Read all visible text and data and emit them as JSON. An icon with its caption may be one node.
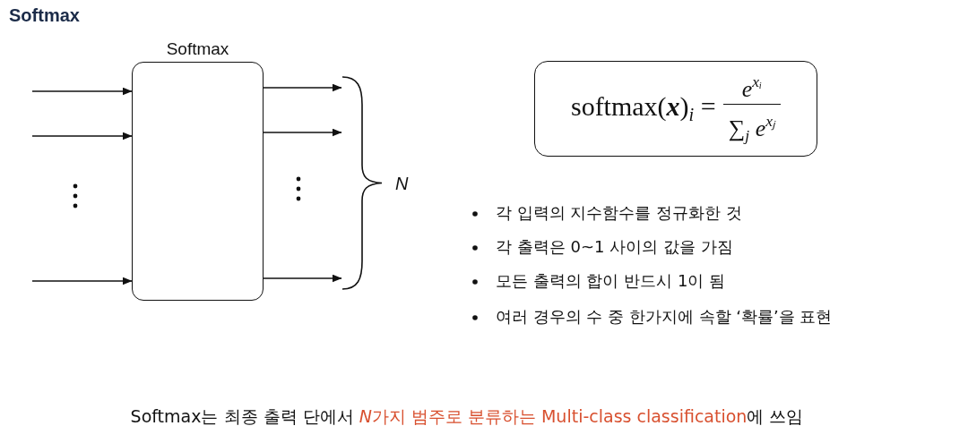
{
  "diagram": {
    "title": "Softmax",
    "nodes": [
      {
        "text": [
          "Softmax"
        ]
      },
      {
        "text": [
          "softmax(**x**)$_{i}$ =",
          "e$^{xᵢ}$",
          "∑$_{j}$ e$^{xⱼ}$"
        ]
      },
      {
        "text": [],
        "shape": "brace",
        "beside": [
          "N"
        ]
      }
    ],
    "edges": [
      {
        "from": null,
        "to": 0,
        "arrow": "to"
      },
      {
        "from": null,
        "to": 0,
        "arrow": "to"
      },
      {
        "from": null,
        "to": 0,
        "arrow": "to"
      },
      {
        "from": 0,
        "to": 2,
        "arrow": "to"
      },
      {
        "from": 0,
        "to": 2,
        "arrow": "to"
      },
      {
        "from": 0,
        "to": 2,
        "arrow": "to"
      }
    ],
    "labels": [
      "각 입력의 지수함수를 정규화한 것",
      "각 출력은 0~1 사이의 값을 가짐",
      "모든 출력의 합이 반드시 1이 됨",
      "여러 경우의 수 중 한가지에 속할 ‘확률’을 표현"
    ],
    "caption": "Softmax는 최종 출력 단에서 N가지 범주로 분류하는 Multi-class classification에 쓰임"
  }
}
